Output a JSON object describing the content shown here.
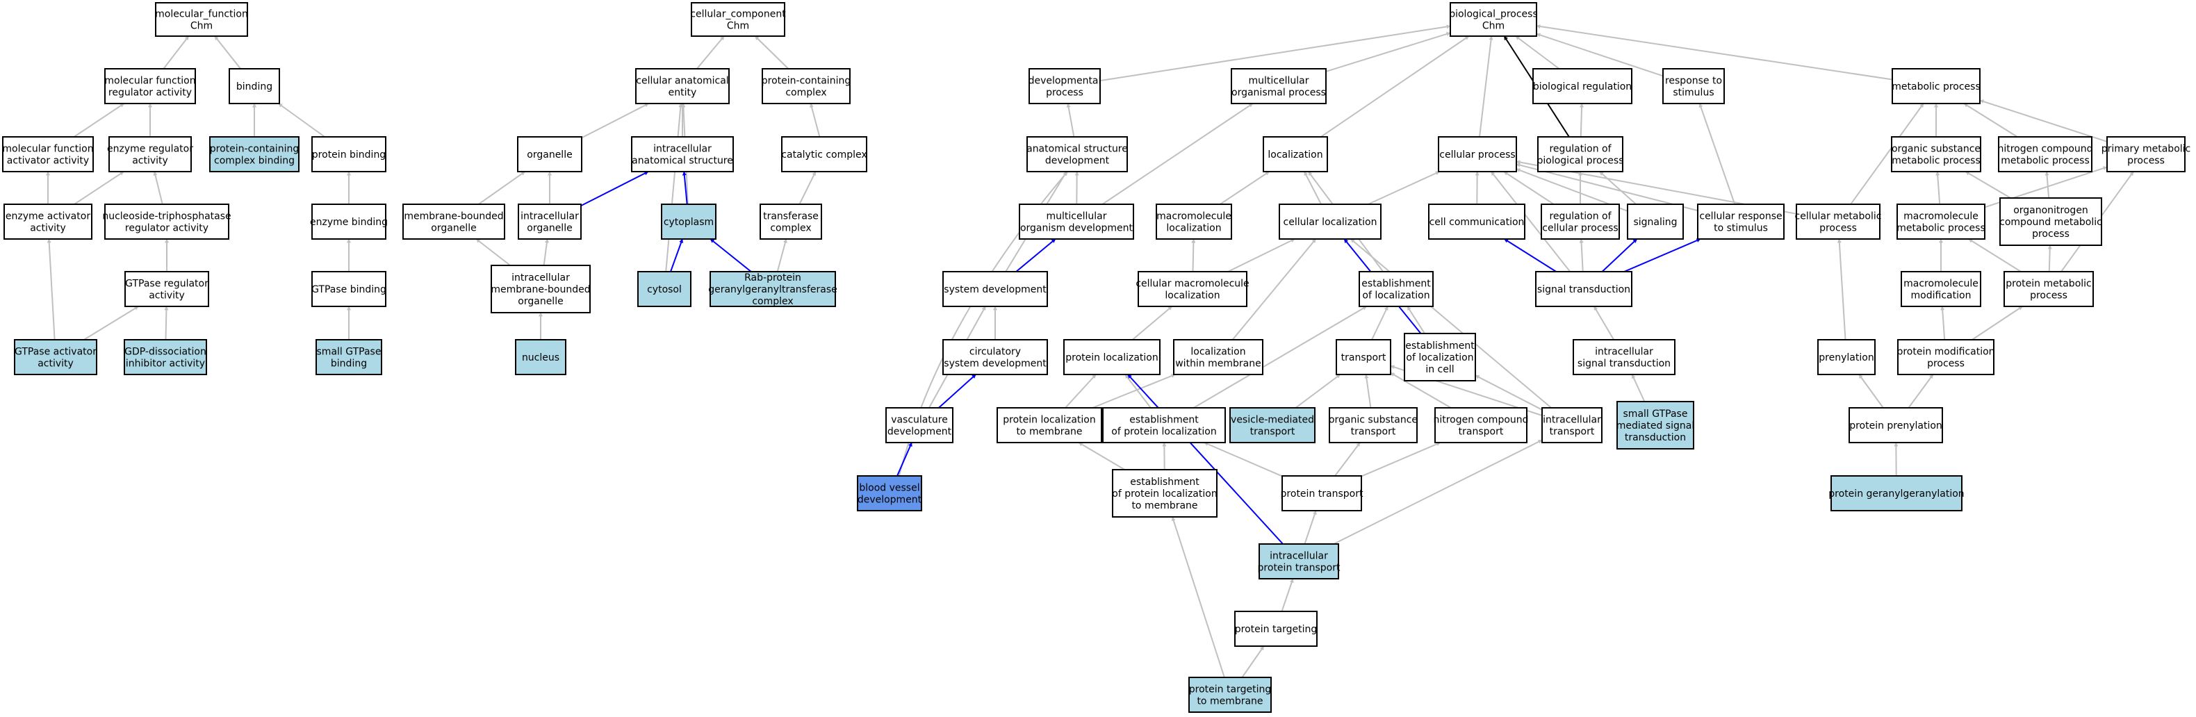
{
  "colors": {
    "plain": "#ffffff",
    "highlight": "#add8e6",
    "focus": "#6495ed",
    "edge_gray": "#c0c0c0",
    "edge_blue": "#0000ff",
    "edge_black": "#000000"
  },
  "nodes": [
    {
      "id": "mf",
      "lines": [
        "molecular_function",
        "Chm"
      ],
      "kind": "plain"
    },
    {
      "id": "cc",
      "lines": [
        "cellular_component",
        "Chm"
      ],
      "kind": "plain"
    },
    {
      "id": "bp",
      "lines": [
        "biological_process",
        "Chm"
      ],
      "kind": "plain"
    },
    {
      "id": "mfra",
      "lines": [
        "molecular function",
        "regulator activity"
      ],
      "kind": "plain"
    },
    {
      "id": "binding",
      "lines": [
        "binding"
      ],
      "kind": "plain"
    },
    {
      "id": "cae",
      "lines": [
        "cellular anatomical",
        "entity"
      ],
      "kind": "plain"
    },
    {
      "id": "pcc",
      "lines": [
        "protein-containing",
        "complex"
      ],
      "kind": "plain"
    },
    {
      "id": "devp",
      "lines": [
        "developmental",
        "process"
      ],
      "kind": "plain"
    },
    {
      "id": "mop",
      "lines": [
        "multicellular",
        "organismal process"
      ],
      "kind": "plain"
    },
    {
      "id": "biolreg",
      "lines": [
        "biological regulation"
      ],
      "kind": "plain"
    },
    {
      "id": "rts",
      "lines": [
        "response to",
        "stimulus"
      ],
      "kind": "plain"
    },
    {
      "id": "metp",
      "lines": [
        "metabolic process"
      ],
      "kind": "plain"
    },
    {
      "id": "mfaa",
      "lines": [
        "molecular function",
        "activator activity"
      ],
      "kind": "plain"
    },
    {
      "id": "era",
      "lines": [
        "enzyme regulator",
        "activity"
      ],
      "kind": "plain"
    },
    {
      "id": "pccb",
      "lines": [
        "protein-containing",
        "complex binding"
      ],
      "kind": "highlight"
    },
    {
      "id": "protbind",
      "lines": [
        "protein binding"
      ],
      "kind": "plain"
    },
    {
      "id": "organelle",
      "lines": [
        "organelle"
      ],
      "kind": "plain"
    },
    {
      "id": "ias",
      "lines": [
        "intracellular",
        "anatomical structure"
      ],
      "kind": "plain"
    },
    {
      "id": "catcx",
      "lines": [
        "catalytic complex"
      ],
      "kind": "plain"
    },
    {
      "id": "asd",
      "lines": [
        "anatomical structure",
        "development"
      ],
      "kind": "plain"
    },
    {
      "id": "localization",
      "lines": [
        "localization"
      ],
      "kind": "plain"
    },
    {
      "id": "cellproc",
      "lines": [
        "cellular process"
      ],
      "kind": "plain"
    },
    {
      "id": "rbp",
      "lines": [
        "regulation of",
        "biological process"
      ],
      "kind": "plain"
    },
    {
      "id": "osmp",
      "lines": [
        "organic substance",
        "metabolic process"
      ],
      "kind": "plain"
    },
    {
      "id": "ncmp",
      "lines": [
        "nitrogen compound",
        "metabolic process"
      ],
      "kind": "plain"
    },
    {
      "id": "pmp",
      "lines": [
        "primary metabolic",
        "process"
      ],
      "kind": "plain"
    },
    {
      "id": "eaa",
      "lines": [
        "enzyme activator",
        "activity"
      ],
      "kind": "plain"
    },
    {
      "id": "ntra",
      "lines": [
        "nucleoside-triphosphatase",
        "regulator activity"
      ],
      "kind": "plain"
    },
    {
      "id": "enzbind",
      "lines": [
        "enzyme binding"
      ],
      "kind": "plain"
    },
    {
      "id": "mbo",
      "lines": [
        "membrane-bounded",
        "organelle"
      ],
      "kind": "plain"
    },
    {
      "id": "icorg",
      "lines": [
        "intracellular",
        "organelle"
      ],
      "kind": "plain"
    },
    {
      "id": "cytoplasm",
      "lines": [
        "cytoplasm"
      ],
      "kind": "highlight"
    },
    {
      "id": "transcx",
      "lines": [
        "transferase",
        "complex"
      ],
      "kind": "plain"
    },
    {
      "id": "mod",
      "lines": [
        "multicellular",
        "organism development"
      ],
      "kind": "plain"
    },
    {
      "id": "mml",
      "lines": [
        "macromolecule",
        "localization"
      ],
      "kind": "plain"
    },
    {
      "id": "cellloc",
      "lines": [
        "cellular localization"
      ],
      "kind": "plain"
    },
    {
      "id": "cellcomm",
      "lines": [
        "cell communication"
      ],
      "kind": "plain"
    },
    {
      "id": "rcp",
      "lines": [
        "regulation of",
        "cellular process"
      ],
      "kind": "plain"
    },
    {
      "id": "signaling",
      "lines": [
        "signaling"
      ],
      "kind": "plain"
    },
    {
      "id": "crs",
      "lines": [
        "cellular response",
        "to stimulus"
      ],
      "kind": "plain"
    },
    {
      "id": "cmp",
      "lines": [
        "cellular metabolic",
        "process"
      ],
      "kind": "plain"
    },
    {
      "id": "mmmp",
      "lines": [
        "macromolecule",
        "metabolic process"
      ],
      "kind": "plain"
    },
    {
      "id": "oncmp",
      "lines": [
        "organonitrogen",
        "compound metabolic",
        "process"
      ],
      "kind": "plain"
    },
    {
      "id": "gtpra",
      "lines": [
        "GTPase regulator",
        "activity"
      ],
      "kind": "plain"
    },
    {
      "id": "gtpbind",
      "lines": [
        "GTPase binding"
      ],
      "kind": "plain"
    },
    {
      "id": "imbo",
      "lines": [
        "intracellular",
        "membrane-bounded",
        "organelle"
      ],
      "kind": "plain"
    },
    {
      "id": "cytosol",
      "lines": [
        "cytosol"
      ],
      "kind": "highlight"
    },
    {
      "id": "rabgg",
      "lines": [
        "Rab-protein",
        "geranylgeranyltransferase",
        "complex"
      ],
      "kind": "highlight"
    },
    {
      "id": "sysdev",
      "lines": [
        "system development"
      ],
      "kind": "plain"
    },
    {
      "id": "cml",
      "lines": [
        "cellular macromolecule",
        "localization"
      ],
      "kind": "plain"
    },
    {
      "id": "eol",
      "lines": [
        "establishment",
        "of localization"
      ],
      "kind": "plain"
    },
    {
      "id": "sigtrans",
      "lines": [
        "signal transduction"
      ],
      "kind": "plain"
    },
    {
      "id": "mmmod",
      "lines": [
        "macromolecule",
        "modification"
      ],
      "kind": "plain"
    },
    {
      "id": "protmp",
      "lines": [
        "protein metabolic",
        "process"
      ],
      "kind": "plain"
    },
    {
      "id": "gtpaa",
      "lines": [
        "GTPase activator",
        "activity"
      ],
      "kind": "highlight"
    },
    {
      "id": "gdi",
      "lines": [
        "GDP-dissociation",
        "inhibitor activity"
      ],
      "kind": "highlight"
    },
    {
      "id": "sgtpb",
      "lines": [
        "small GTPase",
        "binding"
      ],
      "kind": "highlight"
    },
    {
      "id": "nucleus",
      "lines": [
        "nucleus"
      ],
      "kind": "highlight"
    },
    {
      "id": "csd",
      "lines": [
        "circulatory",
        "system development"
      ],
      "kind": "plain"
    },
    {
      "id": "protloc",
      "lines": [
        "protein localization"
      ],
      "kind": "plain"
    },
    {
      "id": "lwm",
      "lines": [
        "localization",
        "within membrane"
      ],
      "kind": "plain"
    },
    {
      "id": "transport",
      "lines": [
        "transport"
      ],
      "kind": "plain"
    },
    {
      "id": "eolic",
      "lines": [
        "establishment",
        "of localization",
        "in cell"
      ],
      "kind": "plain"
    },
    {
      "id": "icst",
      "lines": [
        "intracellular",
        "signal transduction"
      ],
      "kind": "plain"
    },
    {
      "id": "prenyl",
      "lines": [
        "prenylation"
      ],
      "kind": "plain"
    },
    {
      "id": "pmodp",
      "lines": [
        "protein modification",
        "process"
      ],
      "kind": "plain"
    },
    {
      "id": "vascdev",
      "lines": [
        "vasculature",
        "development"
      ],
      "kind": "plain"
    },
    {
      "id": "pltm",
      "lines": [
        "protein localization",
        "to membrane"
      ],
      "kind": "plain"
    },
    {
      "id": "epl",
      "lines": [
        "establishment",
        "of protein localization"
      ],
      "kind": "plain"
    },
    {
      "id": "vmt",
      "lines": [
        "vesicle-mediated",
        "transport"
      ],
      "kind": "highlight"
    },
    {
      "id": "ost",
      "lines": [
        "organic substance",
        "transport"
      ],
      "kind": "plain"
    },
    {
      "id": "nct",
      "lines": [
        "nitrogen compound",
        "transport"
      ],
      "kind": "plain"
    },
    {
      "id": "ict",
      "lines": [
        "intracellular",
        "transport"
      ],
      "kind": "plain"
    },
    {
      "id": "sgtpmst",
      "lines": [
        "small GTPase",
        "mediated signal",
        "transduction"
      ],
      "kind": "highlight"
    },
    {
      "id": "protpren",
      "lines": [
        "protein prenylation"
      ],
      "kind": "plain"
    },
    {
      "id": "bvd",
      "lines": [
        "blood vessel",
        "development"
      ],
      "kind": "focus"
    },
    {
      "id": "epltm",
      "lines": [
        "establishment",
        "of protein localization",
        "to membrane"
      ],
      "kind": "plain"
    },
    {
      "id": "prottrans",
      "lines": [
        "protein transport"
      ],
      "kind": "plain"
    },
    {
      "id": "pgg",
      "lines": [
        "protein geranylgeranylation"
      ],
      "kind": "highlight"
    },
    {
      "id": "icpt",
      "lines": [
        "intracellular",
        "protein transport"
      ],
      "kind": "highlight"
    },
    {
      "id": "prottarg",
      "lines": [
        "protein targeting"
      ],
      "kind": "plain"
    },
    {
      "id": "pttm",
      "lines": [
        "protein targeting",
        "to membrane"
      ],
      "kind": "highlight"
    }
  ],
  "edges": [
    {
      "from": "mfra",
      "to": "mf",
      "color": "gray"
    },
    {
      "from": "binding",
      "to": "mf",
      "color": "gray"
    },
    {
      "from": "cae",
      "to": "cc",
      "color": "gray"
    },
    {
      "from": "pcc",
      "to": "cc",
      "color": "gray"
    },
    {
      "from": "devp",
      "to": "bp",
      "color": "gray"
    },
    {
      "from": "mop",
      "to": "bp",
      "color": "gray"
    },
    {
      "from": "biolreg",
      "to": "bp",
      "color": "gray"
    },
    {
      "from": "rts",
      "to": "bp",
      "color": "gray"
    },
    {
      "from": "metp",
      "to": "bp",
      "color": "gray"
    },
    {
      "from": "localization",
      "to": "bp",
      "color": "gray"
    },
    {
      "from": "cellproc",
      "to": "bp",
      "color": "gray"
    },
    {
      "from": "rbp",
      "to": "bp",
      "color": "black"
    },
    {
      "from": "mfaa",
      "to": "mfra",
      "color": "gray"
    },
    {
      "from": "era",
      "to": "mfra",
      "color": "gray"
    },
    {
      "from": "pccb",
      "to": "binding",
      "color": "gray"
    },
    {
      "from": "protbind",
      "to": "binding",
      "color": "gray"
    },
    {
      "from": "organelle",
      "to": "cae",
      "color": "gray"
    },
    {
      "from": "ias",
      "to": "cae",
      "color": "gray"
    },
    {
      "from": "cytoplasm",
      "to": "cae",
      "color": "gray"
    },
    {
      "from": "cytosol",
      "to": "cae",
      "color": "gray"
    },
    {
      "from": "catcx",
      "to": "pcc",
      "color": "gray"
    },
    {
      "from": "asd",
      "to": "devp",
      "color": "gray"
    },
    {
      "from": "mod",
      "to": "mop",
      "color": "gray"
    },
    {
      "from": "rbp",
      "to": "biolreg",
      "color": "gray"
    },
    {
      "from": "crs",
      "to": "rts",
      "color": "gray"
    },
    {
      "from": "osmp",
      "to": "metp",
      "color": "gray"
    },
    {
      "from": "ncmp",
      "to": "metp",
      "color": "gray"
    },
    {
      "from": "pmp",
      "to": "metp",
      "color": "gray"
    },
    {
      "from": "cmp",
      "to": "metp",
      "color": "gray"
    },
    {
      "from": "eaa",
      "to": "mfaa",
      "color": "gray"
    },
    {
      "from": "eaa",
      "to": "era",
      "color": "gray"
    },
    {
      "from": "ntra",
      "to": "era",
      "color": "gray"
    },
    {
      "from": "enzbind",
      "to": "protbind",
      "color": "gray"
    },
    {
      "from": "mbo",
      "to": "organelle",
      "color": "gray"
    },
    {
      "from": "icorg",
      "to": "organelle",
      "color": "gray"
    },
    {
      "from": "icorg",
      "to": "ias",
      "color": "blue"
    },
    {
      "from": "cytoplasm",
      "to": "ias",
      "color": "blue"
    },
    {
      "from": "transcx",
      "to": "catcx",
      "color": "gray"
    },
    {
      "from": "mod",
      "to": "asd",
      "color": "gray"
    },
    {
      "from": "sysdev",
      "to": "asd",
      "color": "gray"
    },
    {
      "from": "bvd",
      "to": "asd",
      "color": "gray"
    },
    {
      "from": "mml",
      "to": "localization",
      "color": "gray"
    },
    {
      "from": "cellloc",
      "to": "localization",
      "color": "gray"
    },
    {
      "from": "eol",
      "to": "localization",
      "color": "gray"
    },
    {
      "from": "cellloc",
      "to": "cellproc",
      "color": "gray"
    },
    {
      "from": "cellcomm",
      "to": "cellproc",
      "color": "gray"
    },
    {
      "from": "rcp",
      "to": "cellproc",
      "color": "gray"
    },
    {
      "from": "signaling",
      "to": "cellproc",
      "color": "gray"
    },
    {
      "from": "crs",
      "to": "cellproc",
      "color": "gray"
    },
    {
      "from": "cmp",
      "to": "cellproc",
      "color": "gray"
    },
    {
      "from": "sigtrans",
      "to": "cellproc",
      "color": "gray"
    },
    {
      "from": "rcp",
      "to": "rbp",
      "color": "gray"
    },
    {
      "from": "signaling",
      "to": "rbp",
      "color": "gray"
    },
    {
      "from": "mmmp",
      "to": "osmp",
      "color": "gray"
    },
    {
      "from": "mmmp",
      "to": "pmp",
      "color": "gray"
    },
    {
      "from": "oncmp",
      "to": "ncmp",
      "color": "gray"
    },
    {
      "from": "oncmp",
      "to": "osmp",
      "color": "gray"
    },
    {
      "from": "protmp",
      "to": "pmp",
      "color": "gray"
    },
    {
      "from": "gtpra",
      "to": "ntra",
      "color": "gray"
    },
    {
      "from": "gtpbind",
      "to": "enzbind",
      "color": "gray"
    },
    {
      "from": "imbo",
      "to": "mbo",
      "color": "gray"
    },
    {
      "from": "imbo",
      "to": "icorg",
      "color": "gray"
    },
    {
      "from": "cytosol",
      "to": "cytoplasm",
      "color": "blue"
    },
    {
      "from": "rabgg",
      "to": "cytoplasm",
      "color": "blue"
    },
    {
      "from": "rabgg",
      "to": "transcx",
      "color": "gray"
    },
    {
      "from": "sysdev",
      "to": "mod",
      "color": "blue"
    },
    {
      "from": "cml",
      "to": "mml",
      "color": "gray"
    },
    {
      "from": "cml",
      "to": "cellloc",
      "color": "gray"
    },
    {
      "from": "eolic",
      "to": "cellloc",
      "color": "blue"
    },
    {
      "from": "eolic",
      "to": "eol",
      "color": "gray"
    },
    {
      "from": "sigtrans",
      "to": "cellcomm",
      "color": "blue"
    },
    {
      "from": "sigtrans",
      "to": "signaling",
      "color": "blue"
    },
    {
      "from": "sigtrans",
      "to": "crs",
      "color": "blue"
    },
    {
      "from": "sigtrans",
      "to": "rcp",
      "color": "gray"
    },
    {
      "from": "mmmod",
      "to": "mmmp",
      "color": "gray"
    },
    {
      "from": "protmp",
      "to": "mmmp",
      "color": "gray"
    },
    {
      "from": "protmp",
      "to": "oncmp",
      "color": "gray"
    },
    {
      "from": "gtpaa",
      "to": "eaa",
      "color": "gray"
    },
    {
      "from": "gtpaa",
      "to": "gtpra",
      "color": "gray"
    },
    {
      "from": "gdi",
      "to": "gtpra",
      "color": "gray"
    },
    {
      "from": "sgtpb",
      "to": "gtpbind",
      "color": "gray"
    },
    {
      "from": "nucleus",
      "to": "imbo",
      "color": "gray"
    },
    {
      "from": "csd",
      "to": "sysdev",
      "color": "gray"
    },
    {
      "from": "vascdev",
      "to": "sysdev",
      "color": "gray"
    },
    {
      "from": "protloc",
      "to": "cml",
      "color": "gray"
    },
    {
      "from": "lwm",
      "to": "cellloc",
      "color": "gray"
    },
    {
      "from": "transport",
      "to": "eol",
      "color": "gray"
    },
    {
      "from": "epl",
      "to": "eol",
      "color": "gray"
    },
    {
      "from": "icst",
      "to": "sigtrans",
      "color": "gray"
    },
    {
      "from": "prenyl",
      "to": "cmp",
      "color": "gray"
    },
    {
      "from": "pmodp",
      "to": "mmmod",
      "color": "gray"
    },
    {
      "from": "pmodp",
      "to": "protmp",
      "color": "gray"
    },
    {
      "from": "vascdev",
      "to": "csd",
      "color": "blue"
    },
    {
      "from": "pltm",
      "to": "protloc",
      "color": "gray"
    },
    {
      "from": "pltm",
      "to": "lwm",
      "color": "gray"
    },
    {
      "from": "epl",
      "to": "protloc",
      "color": "gray"
    },
    {
      "from": "vmt",
      "to": "transport",
      "color": "gray"
    },
    {
      "from": "ost",
      "to": "transport",
      "color": "gray"
    },
    {
      "from": "nct",
      "to": "transport",
      "color": "gray"
    },
    {
      "from": "ict",
      "to": "transport",
      "color": "gray"
    },
    {
      "from": "ict",
      "to": "eolic",
      "color": "gray"
    },
    {
      "from": "ict",
      "to": "cellloc",
      "color": "gray"
    },
    {
      "from": "sgtpmst",
      "to": "icst",
      "color": "gray"
    },
    {
      "from": "protpren",
      "to": "prenyl",
      "color": "gray"
    },
    {
      "from": "protpren",
      "to": "pmodp",
      "color": "gray"
    },
    {
      "from": "bvd",
      "to": "vascdev",
      "color": "blue"
    },
    {
      "from": "epltm",
      "to": "pltm",
      "color": "gray"
    },
    {
      "from": "epltm",
      "to": "epl",
      "color": "gray"
    },
    {
      "from": "prottrans",
      "to": "epl",
      "color": "gray"
    },
    {
      "from": "prottrans",
      "to": "ost",
      "color": "gray"
    },
    {
      "from": "prottrans",
      "to": "nct",
      "color": "gray"
    },
    {
      "from": "pgg",
      "to": "protpren",
      "color": "gray"
    },
    {
      "from": "icpt",
      "to": "prottrans",
      "color": "gray"
    },
    {
      "from": "icpt",
      "to": "ict",
      "color": "gray"
    },
    {
      "from": "icpt",
      "to": "protloc",
      "color": "blue"
    },
    {
      "from": "prottarg",
      "to": "icpt",
      "color": "gray"
    },
    {
      "from": "pttm",
      "to": "prottarg",
      "color": "gray"
    },
    {
      "from": "pttm",
      "to": "epltm",
      "color": "gray"
    }
  ]
}
